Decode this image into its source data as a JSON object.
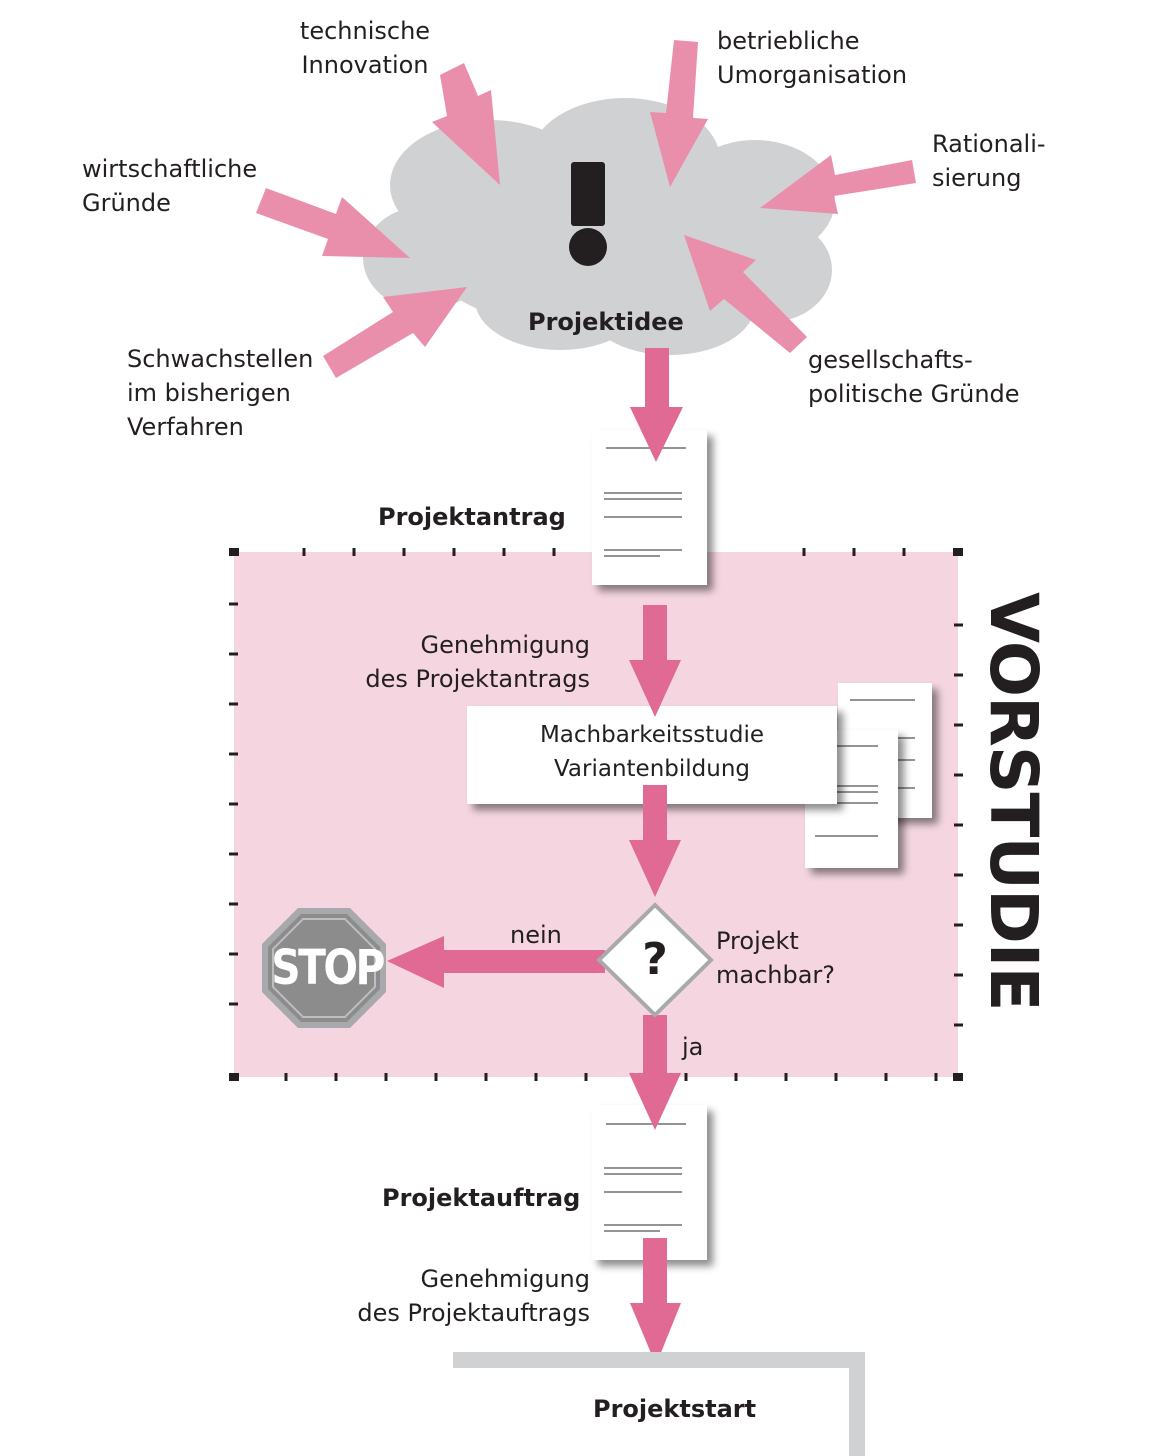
{
  "influences": {
    "technische": [
      "technische",
      "Innovation"
    ],
    "betriebliche": [
      "betriebliche",
      "Umorganisation"
    ],
    "wirtschaftliche": [
      "wirtschaftliche",
      "Gründe"
    ],
    "rationalisierung": [
      "Rationali-",
      "sierung"
    ],
    "schwachstellen": [
      "Schwachstellen",
      "im bisherigen",
      "Verfahren"
    ],
    "gesellschaft": [
      "gesellschafts-",
      "politische Gründe"
    ]
  },
  "cloud_label": "Projektidee",
  "projektantrag": "Projektantrag",
  "phase_title": "VORSTUDIE",
  "genehmigung_antrag": [
    "Genehmigung",
    "des Projektantrags"
  ],
  "study_box": [
    "Machbarkeitsstudie",
    "Variantenbildung"
  ],
  "decision": {
    "symbol": "?",
    "question": [
      "Projekt",
      "machbar?"
    ],
    "no_label": "nein",
    "yes_label": "ja"
  },
  "stop_sign": "STOP",
  "projektauftrag": "Projektauftrag",
  "genehmigung_auftrag": [
    "Genehmigung",
    "des Projektauftrags"
  ],
  "projektstart": "Projektstart",
  "colors": {
    "arrow": "#e06a93",
    "influence_arrow": "#e98fac",
    "cloud": "#d0d1d3",
    "phase_bg": "#f5d6e0",
    "stop_sign": "#8c8c8c"
  },
  "icons": {
    "alert": "exclamation-icon",
    "document": "document-icon",
    "stop": "stop-sign-icon",
    "decision": "diamond-decision-icon"
  }
}
